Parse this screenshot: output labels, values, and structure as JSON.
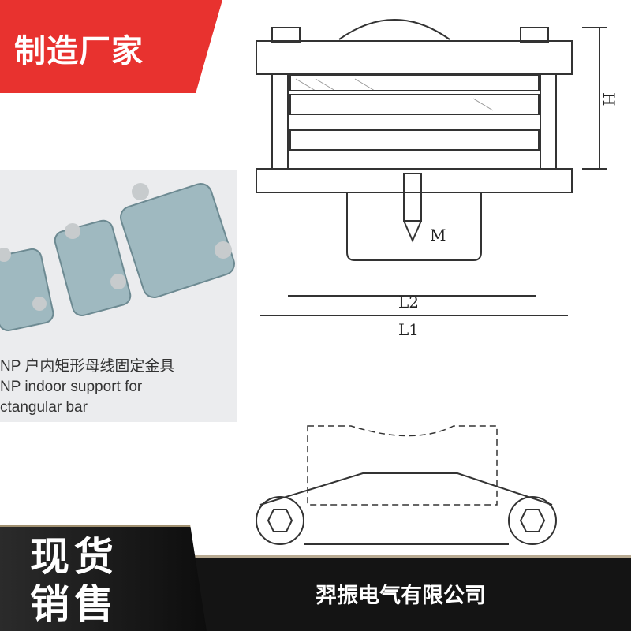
{
  "badge_top": "制造厂家",
  "caption": {
    "line1": "NP 户内矩形母线固定金具",
    "line2": "NP indoor support for",
    "line3": "ctangular bar"
  },
  "diagram_labels": {
    "h": "H",
    "m": "M",
    "l2": "L2",
    "l1": "L1"
  },
  "badge_bottom": "现货销售",
  "company": "羿振电气有限公司"
}
